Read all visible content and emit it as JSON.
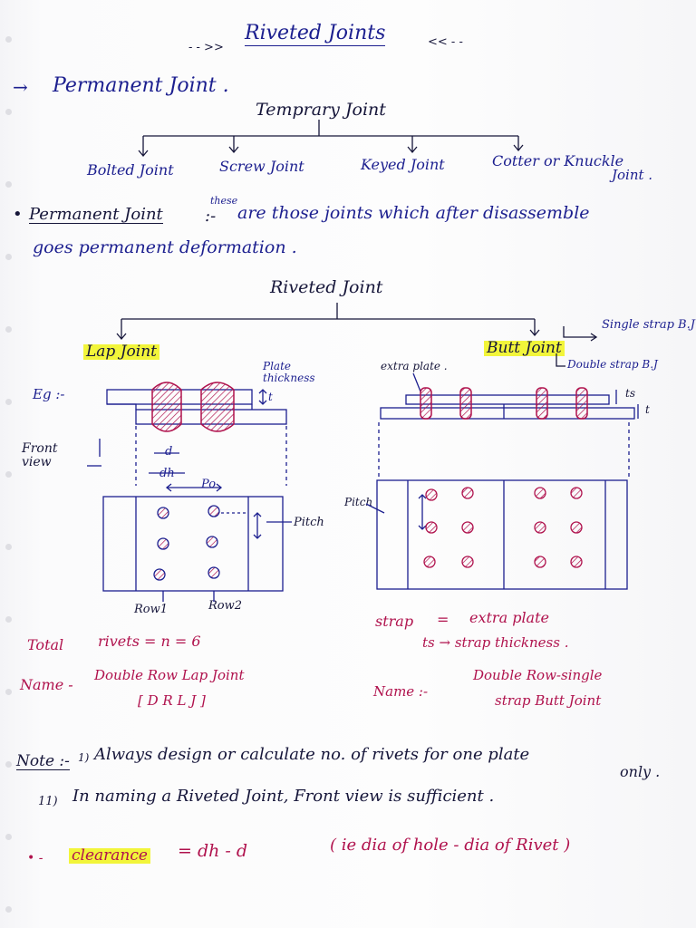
{
  "title": "Riveted Joints",
  "title_arrows": {
    "left": "- - >>",
    "right": "<< - -"
  },
  "section1": {
    "arrow": "→",
    "heading": "Permanent Joint ."
  },
  "temporary": {
    "heading": "Temprary Joint",
    "types": [
      "Bolted Joint",
      "Screw Joint",
      "Keyed Joint",
      "Cotter or Knuckle",
      "Joint ."
    ]
  },
  "definition": {
    "bullet": "•",
    "term": "Permanent Joint",
    "sep": ":-",
    "insert": "these",
    "line1": "are those joints which after disassemble",
    "line2": "goes permanent deformation ."
  },
  "riveted": {
    "heading": "Riveted Joint",
    "lap_label": "Lap Joint",
    "butt_label": "Butt Joint",
    "butt_types": [
      "Single strap B.J",
      "Double strap B.J"
    ]
  },
  "lap_diagram": {
    "eg": "Eg :-",
    "plate_label": "Plate thickness",
    "t_label": "t",
    "d_label": "d",
    "dh_label": "dh",
    "pitch_top": "Po",
    "front_view": "Front view",
    "pitch": "Pitch",
    "rows": [
      "Row1",
      "Row2"
    ]
  },
  "butt_diagram": {
    "extra_plate": "extra plate .",
    "ts_label": "ts",
    "t_label": "t",
    "pitch": "Pitch"
  },
  "lap_notes": {
    "total": "Total",
    "rivets_eq": "rivets = n = 6",
    "name_label": "Name -",
    "name_value": "Double Row Lap Joint",
    "abbr": "[ D R L J ]"
  },
  "butt_notes": {
    "strap": "strap",
    "eq": "=",
    "strap_value": "extra plate",
    "ts_line": "ts → strap thickness .",
    "name_label": "Name :-",
    "name_line1": "Double Row-single",
    "name_line2": "strap Butt Joint"
  },
  "notes": {
    "label": "Note :-",
    "n1_num": "1)",
    "n1": "Always design or calculate no. of rivets for one plate",
    "n1_end": "only .",
    "n2_num": "11)",
    "n2": "In naming a Riveted Joint, Front view is sufficient .",
    "bullet": "• -",
    "clearance": "clearance",
    "formula": "= dh - d",
    "explanation": "( ie dia of hole - dia of Rivet )"
  },
  "colors": {
    "blue_ink": "#1c1f8f",
    "red_ink": "#b0124d",
    "highlight": "#f2f53a"
  }
}
